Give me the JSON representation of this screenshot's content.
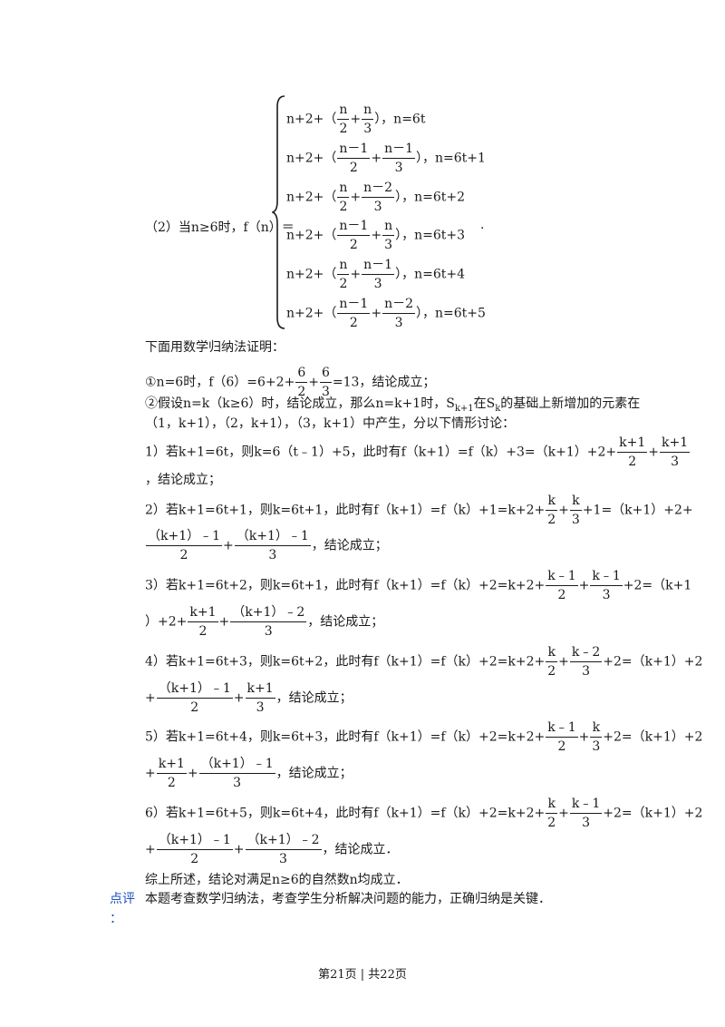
{
  "piecewise": {
    "intro": "（2）当n≥6时，f（n）＝",
    "period": ".",
    "cases": [
      {
        "prefix": "n+2+（",
        "a_num": "n",
        "a_den": "2",
        "b_num": "n",
        "b_den": "3",
        "suffix": "），n=6t"
      },
      {
        "prefix": "n+2+（",
        "a_num": "n－1",
        "a_den": "2",
        "b_num": "n－1",
        "b_den": "3",
        "suffix": "），n=6t+1"
      },
      {
        "prefix": "n+2+（",
        "a_num": "n",
        "a_den": "2",
        "b_num": "n－2",
        "b_den": "3",
        "suffix": "），n=6t+2"
      },
      {
        "prefix": "n+2+（",
        "a_num": "n－1",
        "a_den": "2",
        "b_num": "n",
        "b_den": "3",
        "suffix": "），n=6t+3"
      },
      {
        "prefix": "n+2+（",
        "a_num": "n",
        "a_den": "2",
        "b_num": "n－1",
        "b_den": "3",
        "suffix": "），n=6t+4"
      },
      {
        "prefix": "n+2+（",
        "a_num": "n－1",
        "a_den": "2",
        "b_num": "n－2",
        "b_den": "3",
        "suffix": "），n=6t+5"
      }
    ]
  },
  "proof": {
    "heading": "下面用数学归纳法证明：",
    "step1_pre": "①n=6时，f（6）=6+2+",
    "step1_a_num": "6",
    "step1_a_den": "2",
    "step1_b_num": "6",
    "step1_b_den": "3",
    "step1_post": "=13，结论成立；",
    "step2_line1_pre": "②假设n=k（k≥6）时，结论成立，那么n=k+1时，S",
    "step2_sub1": "k+1",
    "step2_mid": "在S",
    "step2_sub2": "k",
    "step2_line1_post": "的基础上新增加的元素在",
    "step2_line2": "（1，k+1），（2，k+1），（3，k+1）中产生，分以下情形讨论：",
    "c1_pre": "1）若k+1=6t，则k=6（t﹣1）+5，此时有f（k+1）=f（k）+3=（k+1）+2+",
    "c1_a_num": "k+1",
    "c1_a_den": "2",
    "c1_b_num": "k+1",
    "c1_b_den": "3",
    "c1_end": "，结论成立；",
    "c2_pre": "2）若k+1=6t+1，则k=6t+1，此时有f（k+1）=f（k）+1=k+2+",
    "c2_a_num": "k",
    "c2_a_den": "2",
    "c2_b_num": "k",
    "c2_b_den": "3",
    "c2_mid": "+1=（k+1）+2+",
    "c2_c_num": "（k+1）﹣1",
    "c2_c_den": "2",
    "c2_d_num": "（k+1）﹣1",
    "c2_d_den": "3",
    "c2_end": "，结论成立；",
    "c3_pre": "3）若k+1=6t+2，则k=6t+1，此时有f（k+1）=f（k）+2=k+2+",
    "c3_a_num": "k﹣1",
    "c3_a_den": "2",
    "c3_b_num": "k﹣1",
    "c3_b_den": "3",
    "c3_mid": "+2=（k+1",
    "c3_line2_pre": "）+2+",
    "c3_c_num": "k+1",
    "c3_c_den": "2",
    "c3_d_num": "（k+1）﹣2",
    "c3_d_den": "3",
    "c3_end": "，结论成立；",
    "c4_pre": "4）若k+1=6t+3，则k=6t+2，此时有f（k+1）=f（k）+2=k+2+",
    "c4_a_num": "k",
    "c4_a_den": "2",
    "c4_b_num": "k﹣2",
    "c4_b_den": "3",
    "c4_mid": "+2=（k+1）+2",
    "c4_c_num": "（k+1）﹣1",
    "c4_c_den": "2",
    "c4_d_num": "k+1",
    "c4_d_den": "3",
    "c4_end": "，结论成立；",
    "c5_pre": "5）若k+1=6t+4，则k=6t+3，此时有f（k+1）=f（k）+2=k+2+",
    "c5_a_num": "k﹣1",
    "c5_a_den": "2",
    "c5_b_num": "k",
    "c5_b_den": "3",
    "c5_mid": "+2=（k+1）+2",
    "c5_c_num": "k+1",
    "c5_c_den": "2",
    "c5_d_num": "（k+1）﹣1",
    "c5_d_den": "3",
    "c5_end": "，结论成立；",
    "c6_pre": "6）若k+1=6t+5，则k=6t+4，此时有f（k+1）=f（k）+2=k+2+",
    "c6_a_num": "k",
    "c6_a_den": "2",
    "c6_b_num": "k﹣1",
    "c6_b_den": "3",
    "c6_mid": "+2=（k+1）+2",
    "c6_c_num": "（k+1）﹣1",
    "c6_c_den": "2",
    "c6_d_num": "（k+1）﹣2",
    "c6_d_den": "3",
    "c6_end": "，结论成立．",
    "plus": "+",
    "conclusion": "综上所述，结论对满足n≥6的自然数n均成立．"
  },
  "comment": {
    "label": "点评",
    "colon": "：",
    "text": "本题考查数学归纳法，考查学生分析解决问题的能力，正确归纳是关键．"
  },
  "footer": "第21页 | 共22页"
}
